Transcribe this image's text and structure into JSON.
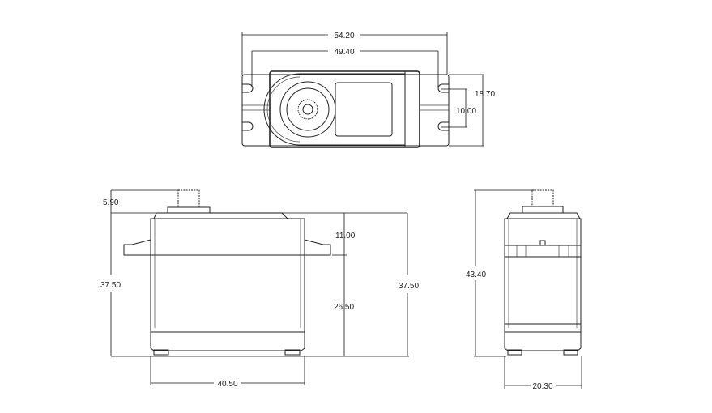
{
  "top_view": {
    "overall_width": "54.20",
    "hole_spacing": "49.40",
    "height": "18.70",
    "hole_vertical_spacing": "10.00"
  },
  "front_view": {
    "spline_height": "5.90",
    "overall_height_left": "37.50",
    "top_to_flange": "11.00",
    "flange_to_bottom": "26.50",
    "overall_height_right": "37.50",
    "width": "40.50"
  },
  "side_view": {
    "total_height": "43.40",
    "depth": "20.30"
  }
}
